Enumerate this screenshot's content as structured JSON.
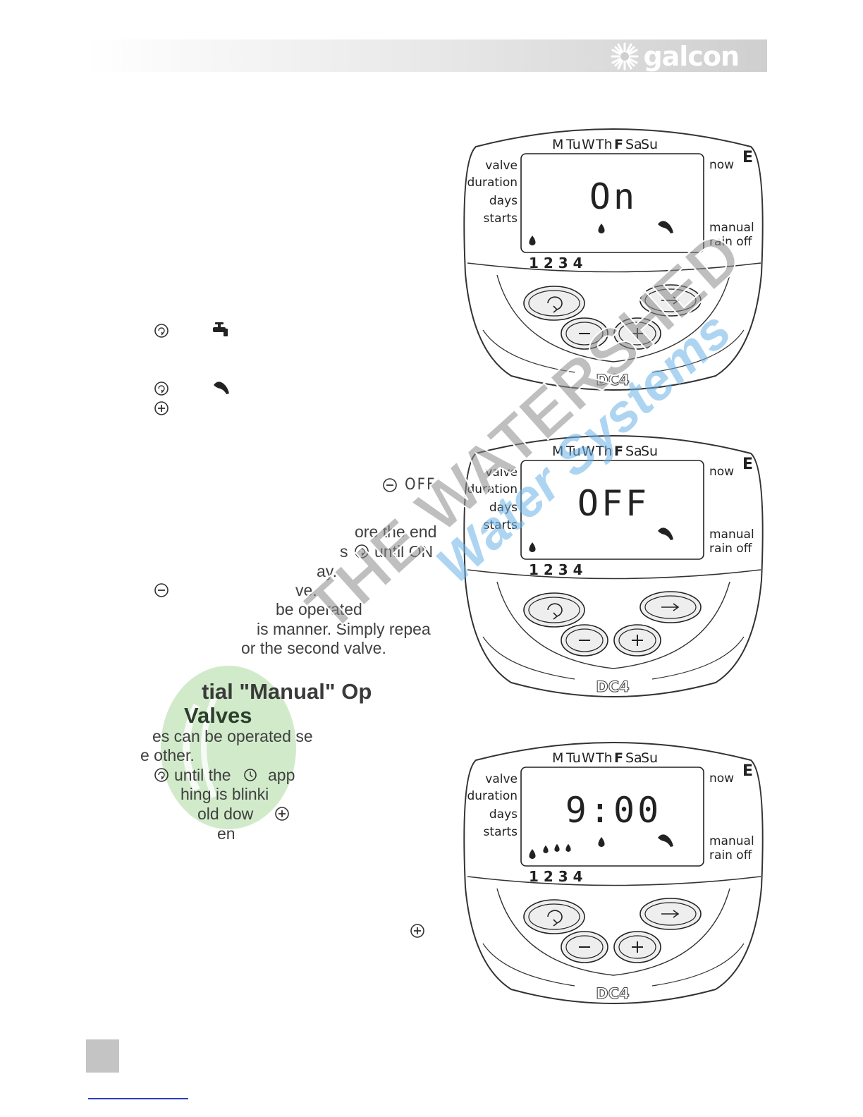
{
  "header": {
    "brand": "galcon"
  },
  "devices": [
    {
      "days": [
        "M",
        "Tu",
        "W",
        "Th",
        "F",
        "Sa",
        "Su"
      ],
      "label_valve": "valve",
      "label_duration": "duration",
      "label_days": "days",
      "label_starts": "starts",
      "label_now": "now",
      "label_manual": "manual",
      "label_rain": "rain off",
      "corner": "E",
      "display": "On",
      "valves": "1 2 3 4",
      "model": "DC4"
    },
    {
      "days": [
        "M",
        "Tu",
        "W",
        "Th",
        "F",
        "Sa",
        "Su"
      ],
      "label_valve": "valve",
      "label_duration": "duration",
      "label_days": "days",
      "label_starts": "starts",
      "label_now": "now",
      "label_manual": "manual",
      "label_rain": "rain off",
      "corner": "E",
      "display": "OFF",
      "valves": "1 2 3 4",
      "model": "DC4"
    },
    {
      "days": [
        "M",
        "Tu",
        "W",
        "Th",
        "F",
        "Sa",
        "Su"
      ],
      "label_valve": "valve",
      "label_duration": "duration",
      "label_days": "days",
      "label_starts": "starts",
      "label_now": "now",
      "label_manual": "manual",
      "label_rain": "rain off",
      "corner": "E",
      "display": "9:00",
      "valves": "1 2 3 4",
      "model": "DC4"
    }
  ],
  "text": {
    "off_label": "OFF",
    "line1": "ore the end",
    "line2a": "s",
    "line2b": "until ON",
    "line3": "ay.",
    "line4": "ve.",
    "line5": "be operated",
    "line6": "is manner. Simply repea",
    "line7": "or the second valve.",
    "heading1": "tial \"Manual\" Op",
    "heading2": "Valves",
    "p1": "es can be operated se",
    "p2": "e other.",
    "p3a": "until the",
    "p3b": "app",
    "p4": "hing is blinki",
    "p5": "old dow",
    "p6": "en"
  },
  "watermark": {
    "line1": "THE WATERSHED",
    "line2": "Water Systems"
  }
}
